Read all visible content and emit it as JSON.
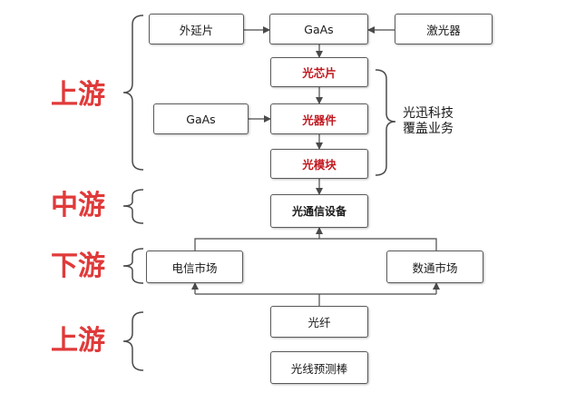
{
  "stages": {
    "upstream_top": "上游",
    "midstream": "中游",
    "downstream": "下游",
    "upstream_bottom": "上游"
  },
  "boxes": {
    "epitaxial": "外延片",
    "gaas_top": "GaAs",
    "laser": "激光器",
    "optical_chip": "光芯片",
    "gaas_left": "GaAs",
    "optical_device": "光器件",
    "optical_module": "光模块",
    "optical_comm_equipment": "光通信设备",
    "telecom_market": "电信市场",
    "datacom_market": "数通市场",
    "optical_fiber": "光纤",
    "fiber_preform": "光线预测棒"
  },
  "note": {
    "line1": "光迅科技",
    "line2": "覆盖业务"
  },
  "colors": {
    "stage_red": "#e03a3a",
    "highlight_red": "#c0181f",
    "line_gray": "#595959"
  }
}
